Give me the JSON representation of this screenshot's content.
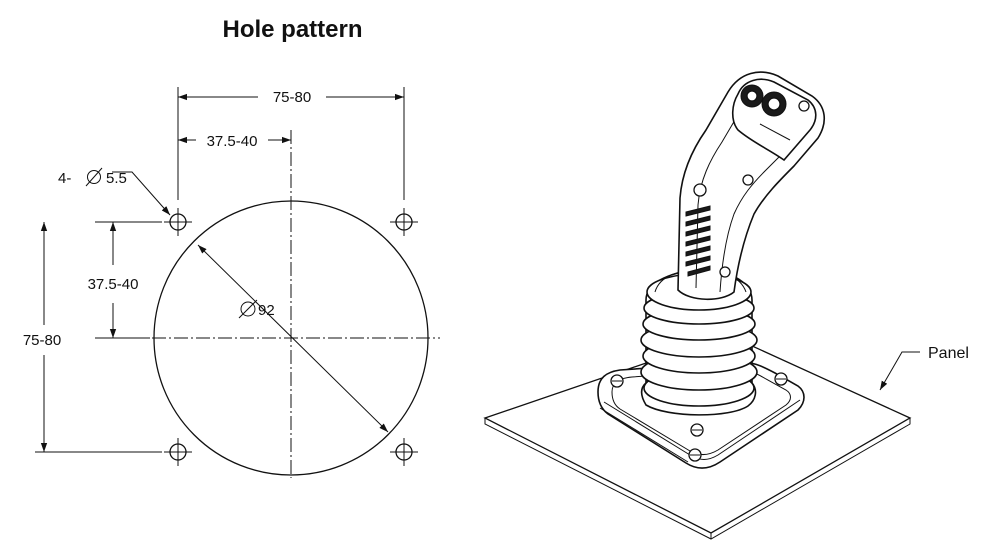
{
  "title": "Hole pattern",
  "dimensions": {
    "top_full": "75-80",
    "top_half": "37.5-40",
    "holes": "4-",
    "hole_size": "5.5",
    "left_half": "37.5-40",
    "left_full": "75-80",
    "circle": "92"
  },
  "symbols": {
    "diameter": "diameter-symbol"
  },
  "callout": {
    "panel": "Panel"
  }
}
